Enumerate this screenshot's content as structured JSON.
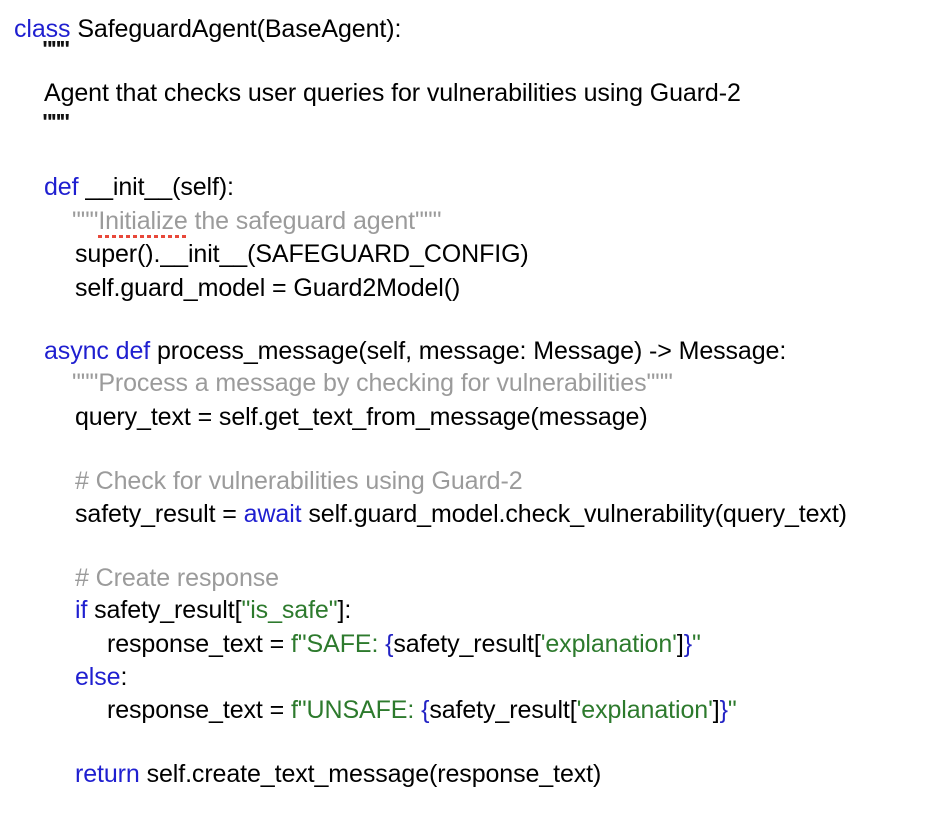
{
  "editor": {
    "language": "python",
    "background_color": "#ffffff",
    "colors": {
      "keyword": "#1f1fd0",
      "plain": "#000000",
      "comment": "#9b9b9b",
      "docstring": "#9b9b9b",
      "string": "#2d7a2d",
      "fstring_brace": "#2323c4",
      "spellcheck_underline": "#e8483a"
    }
  },
  "code": {
    "class_def": {
      "keyword": "class",
      "signature": " SafeguardAgent(BaseAgent):"
    },
    "class_docstring": {
      "open_quotes": "\"\"\"",
      "body": "Agent that checks user queries for vulnerabilities using Guard-2",
      "close_quotes": "\"\"\""
    },
    "init_method": {
      "keyword": "def",
      "signature": " __init__(self):",
      "docstring_open": "\"\"\"",
      "docstring_misspelled_word": "Initialize",
      "docstring_rest": " the safeguard agent",
      "docstring_close": "\"\"\"",
      "body_line_1": "super().__init__(SAFEGUARD_CONFIG)",
      "body_line_2": "self.guard_model = Guard2Model()"
    },
    "process_message": {
      "keyword_async": "async",
      "keyword_def": "def",
      "signature": " process_message(self, message: Message) -> Message:",
      "docstring": "\"\"\"Process a message by checking for vulnerabilities\"\"\"",
      "assign_query_text": "query_text = self.get_text_from_message(message)",
      "comment_check": "# Check for vulnerabilities using Guard-2",
      "await_assign_prefix": "safety_result = ",
      "keyword_await": "await",
      "await_assign_suffix": " self.guard_model.check_vulnerability(query_text)",
      "comment_create": "# Create response",
      "if_keyword": "if",
      "if_subject": " safety_result[",
      "if_string": "\"is_safe\"",
      "if_tail": "]:",
      "safe_assign_prefix": "response_text = ",
      "safe_fstring_head": "f\"SAFE: ",
      "brace_open": "{",
      "safe_expr_prefix": "safety_result[",
      "safe_expr_string": "'explanation'",
      "safe_expr_suffix": "]",
      "brace_close": "}",
      "fstring_tail": "\"",
      "else_keyword": "else",
      "else_colon": ":",
      "unsafe_assign_prefix": "response_text = ",
      "unsafe_fstring_head": "f\"UNSAFE: ",
      "return_keyword": "return",
      "return_expr": " self.create_text_message(response_text)"
    }
  }
}
